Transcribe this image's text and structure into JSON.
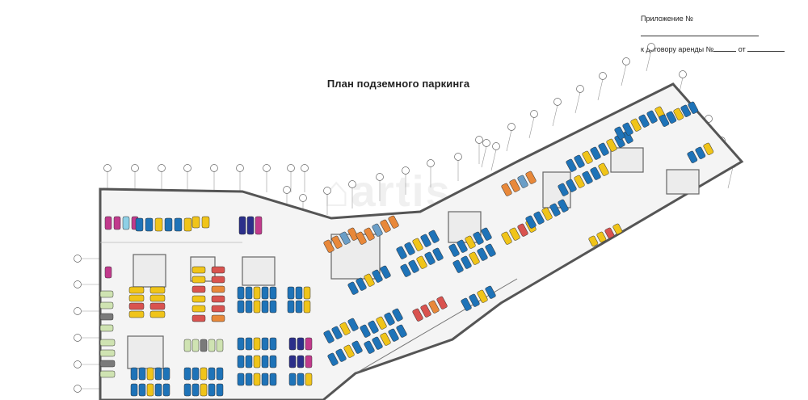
{
  "annex": {
    "line1_prefix": "Приложение №",
    "line2_prefix": "к договору аренды №",
    "line2_middle": "от"
  },
  "title": "План подземного паркинга",
  "colors": {
    "wall": "#5a5a5a",
    "floor": "#f2f2f2",
    "car_palette": [
      "#1e73b8",
      "#f0c419",
      "#d9534f",
      "#e8883a",
      "#6a9ec7",
      "#2b2f8a",
      "#c13a8c",
      "#8ed0e6",
      "#cfe3b2",
      "#7a7a7a"
    ]
  },
  "logo_text": "artis"
}
